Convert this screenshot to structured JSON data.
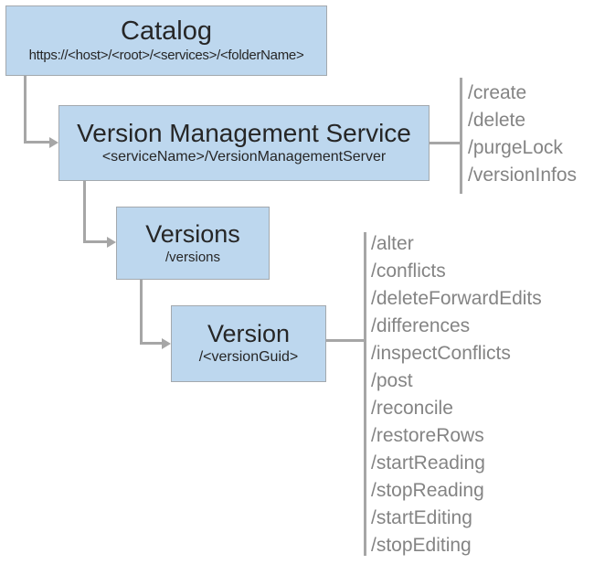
{
  "diagram_type": "rest-api-hierarchy",
  "colors": {
    "background": "#ffffff",
    "box_fill": "#bdd7ee",
    "box_border": "#a3a9ae",
    "box_text": "#262626",
    "operations_text": "#848484",
    "connector": "#a6a6a6"
  },
  "nodes": {
    "catalog": {
      "title": "Catalog",
      "subtitle": "https://<host>/<root>/<services>/<folderName>"
    },
    "version_management_service": {
      "title": "Version Management Service",
      "subtitle": "<serviceName>/VersionManagementServer",
      "operations": [
        "/create",
        "/delete",
        "/purgeLock",
        "/versionInfos"
      ]
    },
    "versions": {
      "title": "Versions",
      "subtitle": "/versions"
    },
    "version": {
      "title": "Version",
      "subtitle": "/<versionGuid>",
      "operations": [
        "/alter",
        "/conflicts",
        "/deleteForwardEdits",
        "/differences",
        "/inspectConflicts",
        "/post",
        "/reconcile",
        "/restoreRows",
        "/startReading",
        "/stopReading",
        "/startEditing",
        "/stopEditing"
      ]
    }
  }
}
